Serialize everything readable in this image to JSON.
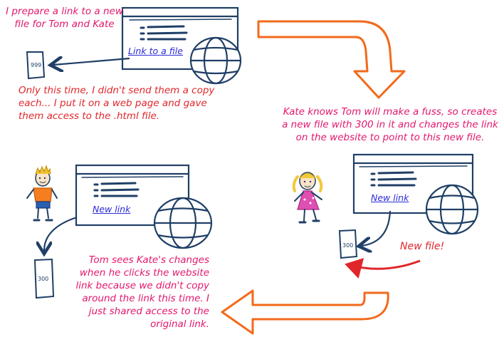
{
  "texts": {
    "step1": "I prepare a link to a new file for Tom and Kate",
    "step2": "Only this time, I didn't send them a copy each... I put it on a web page and gave them access to the .html file.",
    "step3": "Kate knows Tom will make a fuss, so creates a new file with 300 in it and changes the link on the website to point to this new file.",
    "step4": "Tom sees Kate's changes when he clicks the website link because we didn't copy around the link this time. I just shared access to the original link.",
    "new_file_note": "New file!"
  },
  "links": {
    "page1": "Link to a file",
    "page2": "New link",
    "page3": "New link"
  },
  "files": {
    "original": "999",
    "kate_new": "300",
    "tom_view": "300"
  },
  "colors": {
    "ink_blue": "#1f3f66",
    "pink_text": "#e3176e",
    "red_text": "#e0262b",
    "orange_arrow": "#f26a1b",
    "link_blue": "#2b2bd6"
  },
  "icons": [
    "browser-window-icon",
    "globe-icon",
    "file-icon",
    "person-tom-icon",
    "person-kate-icon",
    "orange-curved-arrow-icon"
  ]
}
